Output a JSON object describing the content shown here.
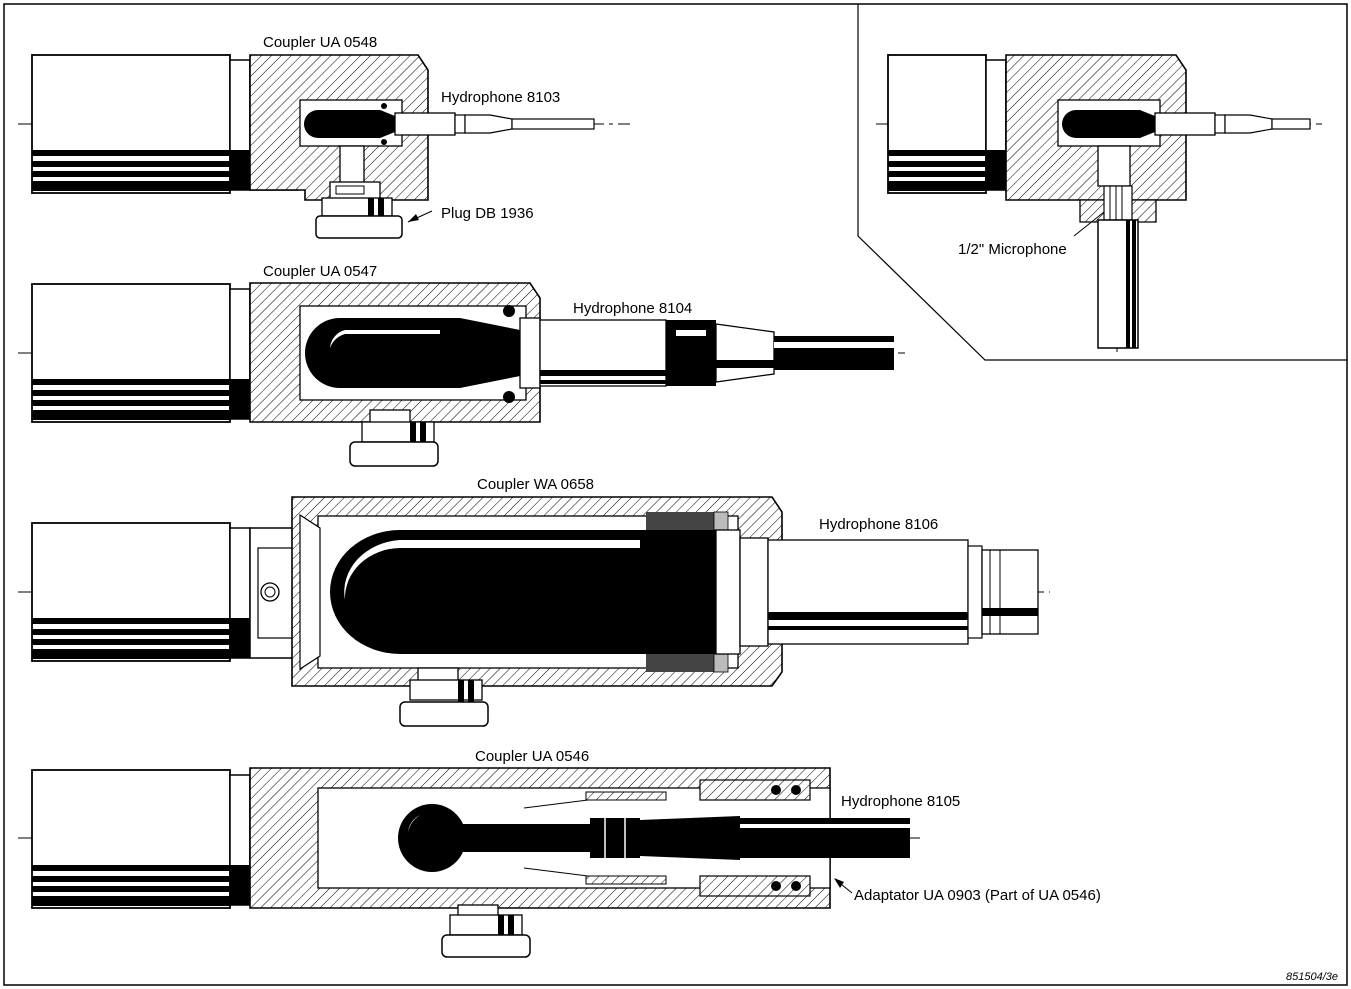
{
  "labels": {
    "coupler_ua0548": "Coupler UA 0548",
    "hydrophone_8103": "Hydrophone 8103",
    "plug_db1936": "Plug DB 1936",
    "microphone_half": "1/2\" Microphone",
    "coupler_ua0547": "Coupler UA 0547",
    "hydrophone_8104": "Hydrophone 8104",
    "coupler_wa0658": "Coupler WA 0658",
    "hydrophone_8106": "Hydrophone 8106",
    "coupler_ua0546": "Coupler UA 0546",
    "hydrophone_8105": "Hydrophone 8105",
    "adaptator_ua0903": "Adaptator UA 0903 (Part of UA 0546)",
    "figure_ref": "851504/3e"
  }
}
